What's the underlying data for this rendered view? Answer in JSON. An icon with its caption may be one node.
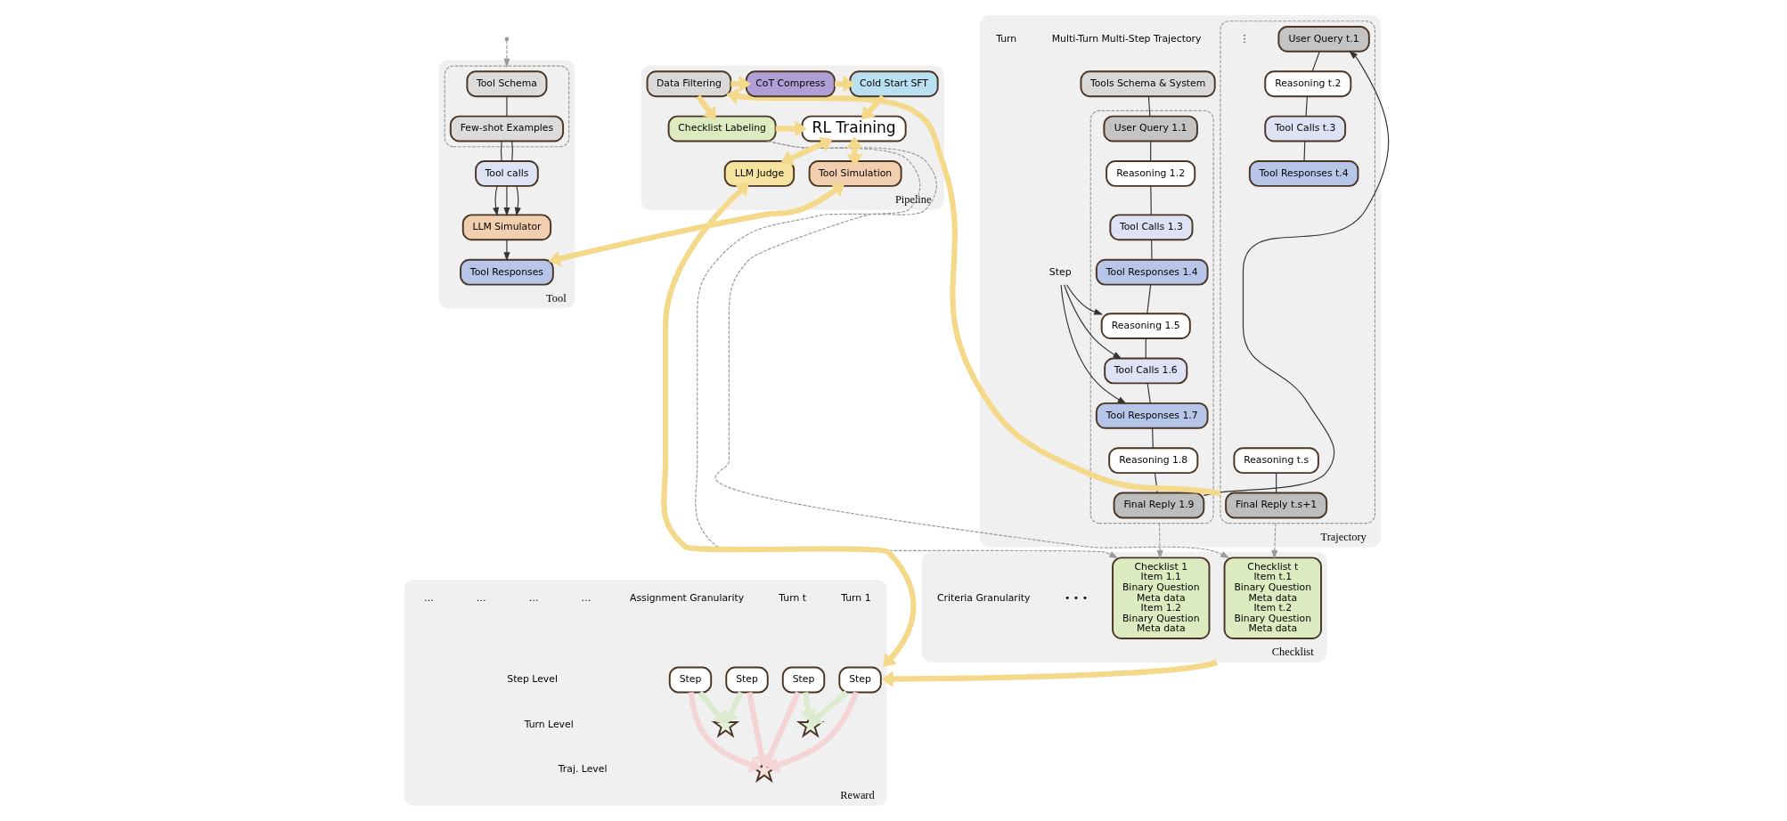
{
  "diagram": {
    "nodes": [
      {
        "text": [
          "Trajectory"
        ]
      },
      {
        "text": [
          "Tools Schema & System"
        ],
        "in": 0
      },
      {
        "text": [],
        "shape": "box",
        "in": 0
      },
      {
        "text": [
          "User Query 1.1"
        ],
        "in": 2
      },
      {
        "text": [
          "Reasoning 1.2"
        ],
        "in": 2
      },
      {
        "text": [
          "Tool Calls 1.3"
        ],
        "in": 2
      },
      {
        "text": [
          "Tool Responses 1.4"
        ],
        "in": 2
      },
      {
        "text": [
          "Reasoning 1.5"
        ],
        "in": 2
      },
      {
        "text": [
          "Tool Calls 1.6"
        ],
        "in": 2
      },
      {
        "text": [
          "Tool Responses 1.7"
        ],
        "in": 2
      },
      {
        "text": [
          "Reasoning 1.8"
        ],
        "in": 2
      },
      {
        "text": [
          "Final Reply 1.9"
        ],
        "in": 2
      },
      {
        "text": [],
        "shape": "box",
        "in": 0
      },
      {
        "text": [
          "User Query t.1"
        ],
        "in": 12
      },
      {
        "text": [
          "Reasoning t.2"
        ],
        "in": 12
      },
      {
        "text": [
          "Tool Calls t.3"
        ],
        "in": 12
      },
      {
        "text": [
          "Tool Responses t.4"
        ],
        "in": 12
      },
      {
        "text": [
          "Reasoning t.s"
        ],
        "in": 12
      },
      {
        "text": [
          "Final Reply t.s+1"
        ],
        "in": 12
      },
      {
        "text": [
          "Step"
        ],
        "in": 0
      },
      {
        "text": [
          "Pipeline"
        ]
      },
      {
        "text": [
          "Data Filtering"
        ],
        "in": 20
      },
      {
        "text": [
          "CoT Compress"
        ],
        "in": 20
      },
      {
        "text": [
          "Cold Start SFT"
        ],
        "in": 20
      },
      {
        "text": [
          "Checklist Labeling"
        ],
        "in": 20
      },
      {
        "text": [
          "RL Training"
        ],
        "in": 20
      },
      {
        "text": [
          "LLM Judge"
        ],
        "in": 20
      },
      {
        "text": [
          "Tool Simulation"
        ],
        "in": 20
      },
      {
        "text": [
          "Tool"
        ]
      },
      {
        "text": [],
        "shape": "box",
        "in": 28
      },
      {
        "text": [
          "Tool Schema"
        ],
        "in": 29
      },
      {
        "text": [
          "Few-shot Examples"
        ],
        "in": 29
      },
      {
        "text": [
          "Tool calls"
        ],
        "in": 28
      },
      {
        "text": [
          "LLM Simulator"
        ],
        "in": 28
      },
      {
        "text": [
          "Tool Responses"
        ],
        "in": 28
      },
      {
        "text": [
          "Checklist"
        ]
      },
      {
        "text": [
          "Checklist 1",
          "Item 1.1",
          "Binary Question",
          "Meta data",
          "Item 1.2",
          "Binary Question",
          "Meta data"
        ],
        "in": 35
      },
      {
        "text": [
          "Checklist t",
          "Item t.1",
          "Binary Question",
          "Meta data",
          "Item t.2",
          "Binary Question",
          "Meta data"
        ],
        "in": 35
      },
      {
        "text": [
          "Reward"
        ]
      },
      {
        "text": [
          "Step"
        ],
        "in": 38
      },
      {
        "text": [
          "Step"
        ],
        "in": 38
      },
      {
        "text": [
          "Step"
        ],
        "in": 38
      },
      {
        "text": [
          "Step"
        ],
        "in": 38
      },
      {
        "text": [],
        "shape": "star",
        "in": 38
      },
      {
        "text": [],
        "shape": "star",
        "in": 38
      },
      {
        "text": [],
        "shape": "star",
        "in": 38
      }
    ],
    "edges": [
      {
        "from": 1,
        "to": 3,
        "arrow": "none"
      },
      {
        "from": 3,
        "to": 4,
        "arrow": "none"
      },
      {
        "from": 4,
        "to": 5,
        "arrow": "none"
      },
      {
        "from": 5,
        "to": 6,
        "arrow": "none"
      },
      {
        "from": 6,
        "to": 7,
        "arrow": "none"
      },
      {
        "from": 7,
        "to": 8,
        "arrow": "none"
      },
      {
        "from": 8,
        "to": 9,
        "arrow": "none"
      },
      {
        "from": 9,
        "to": 10,
        "arrow": "none"
      },
      {
        "from": 10,
        "to": 11,
        "arrow": "none"
      },
      {
        "from": 11,
        "to": 13,
        "arrow": "to"
      },
      {
        "from": 13,
        "to": 14,
        "arrow": "none"
      },
      {
        "from": 14,
        "to": 15,
        "arrow": "none"
      },
      {
        "from": 15,
        "to": 16,
        "arrow": "none"
      },
      {
        "from": 17,
        "to": 18,
        "arrow": "none"
      },
      {
        "from": 19,
        "to": 7,
        "arrow": "to"
      },
      {
        "from": 19,
        "to": 8,
        "arrow": "to"
      },
      {
        "from": 19,
        "to": 9,
        "arrow": "to"
      },
      {
        "from": 12,
        "to": 21,
        "arrow": "to",
        "style": "thick",
        "color": "#f5d98a"
      },
      {
        "from": 21,
        "to": 22,
        "arrow": "to",
        "style": "thick",
        "color": "#f5d98a"
      },
      {
        "from": 22,
        "to": 23,
        "arrow": "to",
        "style": "thick",
        "color": "#f5d98a"
      },
      {
        "from": 21,
        "to": 24,
        "arrow": "to",
        "style": "thick",
        "color": "#f5d98a"
      },
      {
        "from": 24,
        "to": 25,
        "arrow": "to",
        "style": "thick",
        "color": "#f5d98a"
      },
      {
        "from": 23,
        "to": 25,
        "arrow": "to",
        "style": "thick",
        "color": "#f5d98a"
      },
      {
        "from": 26,
        "to": 25,
        "arrow": "both",
        "style": "thick",
        "color": "#f5d98a"
      },
      {
        "from": 27,
        "to": 25,
        "arrow": "both",
        "style": "thick",
        "color": "#f5d98a"
      },
      {
        "from": 27,
        "to": 34,
        "arrow": "both",
        "style": "thick",
        "color": "#f5d98a"
      },
      {
        "from": 26,
        "to": 38,
        "arrow": "both",
        "style": "thick",
        "color": "#f5d98a"
      },
      {
        "from": 35,
        "to": 38,
        "arrow": "to",
        "style": "thick",
        "color": "#f5d98a"
      },
      {
        "from": 2,
        "to": 36,
        "arrow": "to",
        "style": "dashed",
        "color": "#999999"
      },
      {
        "from": 12,
        "to": 37,
        "arrow": "to",
        "style": "dashed",
        "color": "#999999"
      },
      {
        "from": 24,
        "to": 36,
        "arrow": "to",
        "style": "dashed",
        "color": "#999999"
      },
      {
        "from": 24,
        "to": 37,
        "arrow": "to",
        "style": "dashed",
        "color": "#999999"
      },
      {
        "from": null,
        "to": 29,
        "arrow": "to",
        "style": "dashed",
        "color": "#999999"
      },
      {
        "from": 30,
        "to": 31,
        "arrow": "none"
      },
      {
        "from": 31,
        "to": 32,
        "arrow": "none"
      },
      {
        "from": 31,
        "to": 32,
        "arrow": "none"
      },
      {
        "from": 32,
        "to": 33,
        "arrow": "to"
      },
      {
        "from": 32,
        "to": 33,
        "arrow": "to"
      },
      {
        "from": 32,
        "to": 33,
        "arrow": "to"
      },
      {
        "from": 33,
        "to": 34,
        "arrow": "to"
      },
      {
        "from": 39,
        "to": 43,
        "arrow": "to",
        "style": "thick",
        "color": "#dcebd0"
      },
      {
        "from": 40,
        "to": 43,
        "arrow": "to",
        "style": "thick",
        "color": "#dcebd0"
      },
      {
        "from": 41,
        "to": 44,
        "arrow": "to",
        "style": "thick",
        "color": "#dcebd0"
      },
      {
        "from": 42,
        "to": 44,
        "arrow": "to",
        "style": "thick",
        "color": "#dcebd0"
      },
      {
        "from": 39,
        "to": 45,
        "arrow": "to",
        "style": "thick",
        "color": "#f4d4d4"
      },
      {
        "from": 40,
        "to": 45,
        "arrow": "to",
        "style": "thick",
        "color": "#f4d4d4"
      },
      {
        "from": 41,
        "to": 45,
        "arrow": "to",
        "style": "thick",
        "color": "#f4d4d4"
      },
      {
        "from": 42,
        "to": 45,
        "arrow": "to",
        "style": "thick",
        "color": "#f4d4d4"
      }
    ],
    "labels": [
      "Multi-Turn Multi-Step Trajectory",
      "Turn",
      "⋮",
      "• • •",
      "Criteria Granularity",
      "Turn 1",
      "Turn t",
      "Assignment Granularity",
      "…",
      "…",
      "…",
      "…",
      "Step Level",
      "Turn Level",
      "Traj. Level"
    ]
  }
}
